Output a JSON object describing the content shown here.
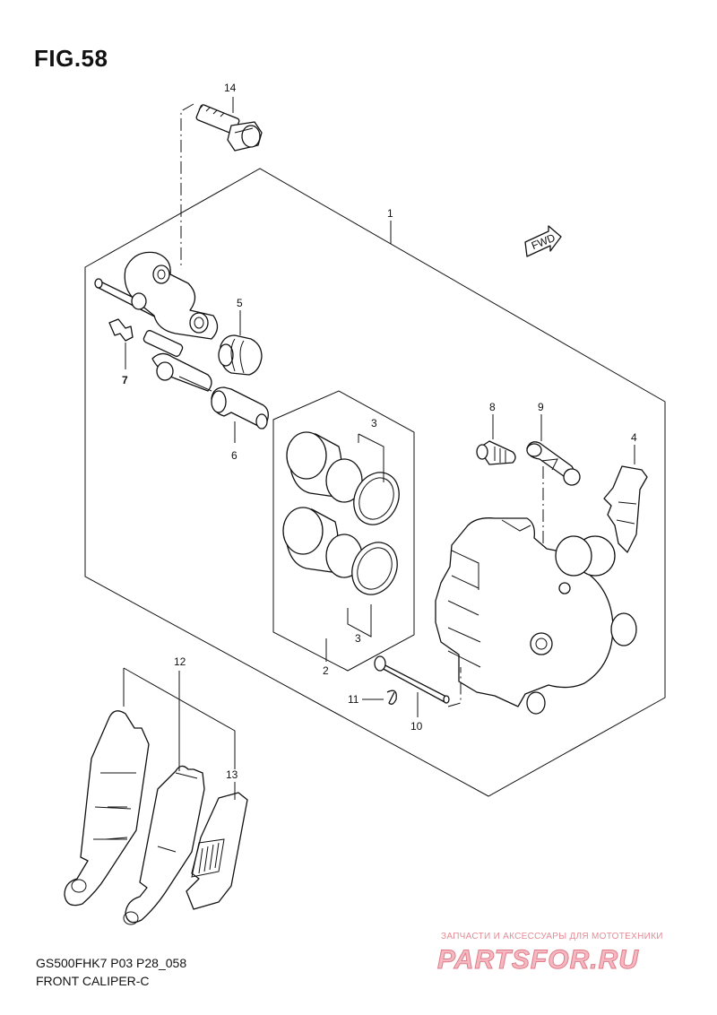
{
  "figure_title": "FIG.58",
  "model_code": "GS500FHK7 P03 P28_058",
  "section_name": "FRONT CALIPER-C",
  "direction_tag": "FWD",
  "callouts": {
    "p1": "1",
    "p2": "2",
    "p3a": "3",
    "p3b": "3",
    "p4": "4",
    "p5": "5",
    "p6": "6",
    "p7": "7",
    "p8": "8",
    "p9": "9",
    "p10": "10",
    "p11": "11",
    "p12": "12",
    "p13": "13",
    "p14": "14"
  },
  "watermark": {
    "caption": "ЗАПЧАСТИ И АКСЕССУАРЫ ДЛЯ МОТОТЕХНИКИ",
    "logo": "PARTSFOR.RU"
  }
}
